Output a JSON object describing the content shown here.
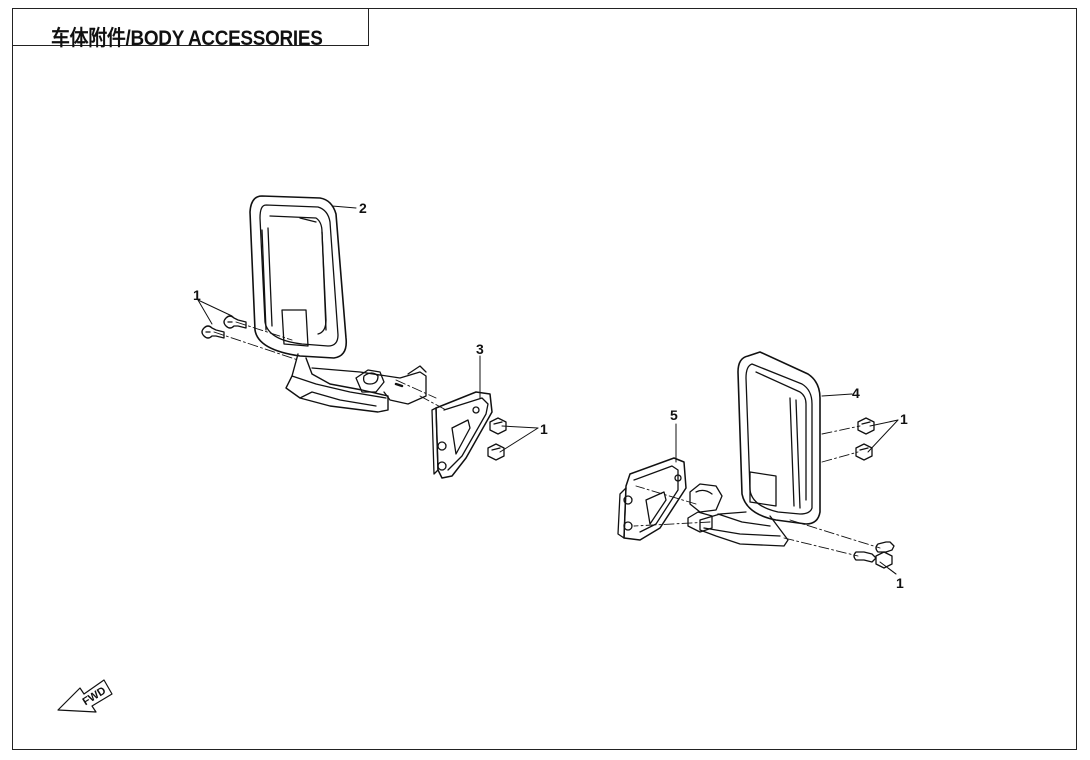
{
  "header": {
    "title": "车体附件/BODY ACCESSORIES"
  },
  "callouts": {
    "c1a": "1",
    "c2": "2",
    "c3": "3",
    "c1b": "1",
    "c4": "4",
    "c5": "5",
    "c1c": "1",
    "c1d": "1"
  },
  "fwd": {
    "label": "FWD"
  },
  "icons": {
    "fwd_arrow": "fwd-arrow-icon"
  },
  "colors": {
    "line": "#111111",
    "background": "#ffffff"
  }
}
